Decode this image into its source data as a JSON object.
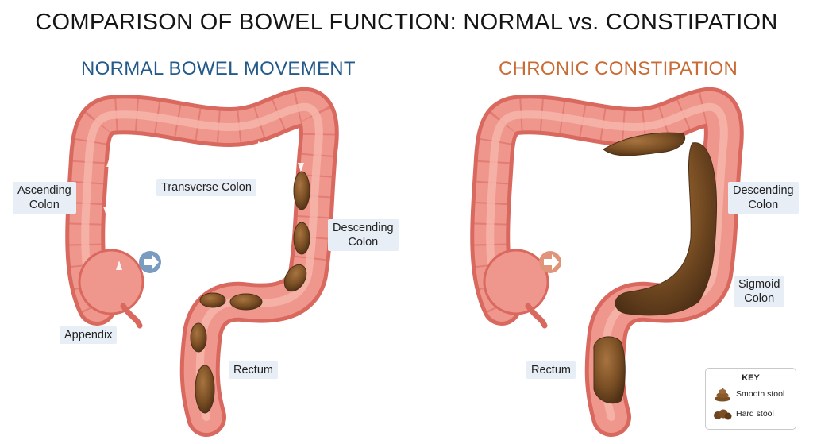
{
  "title": "COMPARISON OF BOWEL FUNCTION: NORMAL vs. CONSTIPATION",
  "panels": {
    "normal": {
      "title": "NORMAL BOWEL MOVEMENT",
      "labels": {
        "ascending": "Ascending\nColon",
        "transverse": "Transverse Colon",
        "descending": "Descending\nColon",
        "appendix": "Appendix",
        "rectum": "Rectum"
      }
    },
    "constipation": {
      "title": "CHRONIC CONSTIPATION",
      "labels": {
        "descending": "Descending\nColon",
        "sigmoid": "Sigmoid\nColon",
        "rectum": "Rectum"
      }
    }
  },
  "key": {
    "title": "KEY",
    "smooth": "Smooth stool",
    "hard": "Hard stool"
  },
  "colors": {
    "normal_title": "#235a8a",
    "constipation_title": "#c86b35",
    "colon": "#e8857c",
    "colon_dark": "#c95b55",
    "stool": "#7a4f24",
    "normal_arrow_badge": "#7a9cc0",
    "constipation_arrow_badge": "#e0957a"
  }
}
